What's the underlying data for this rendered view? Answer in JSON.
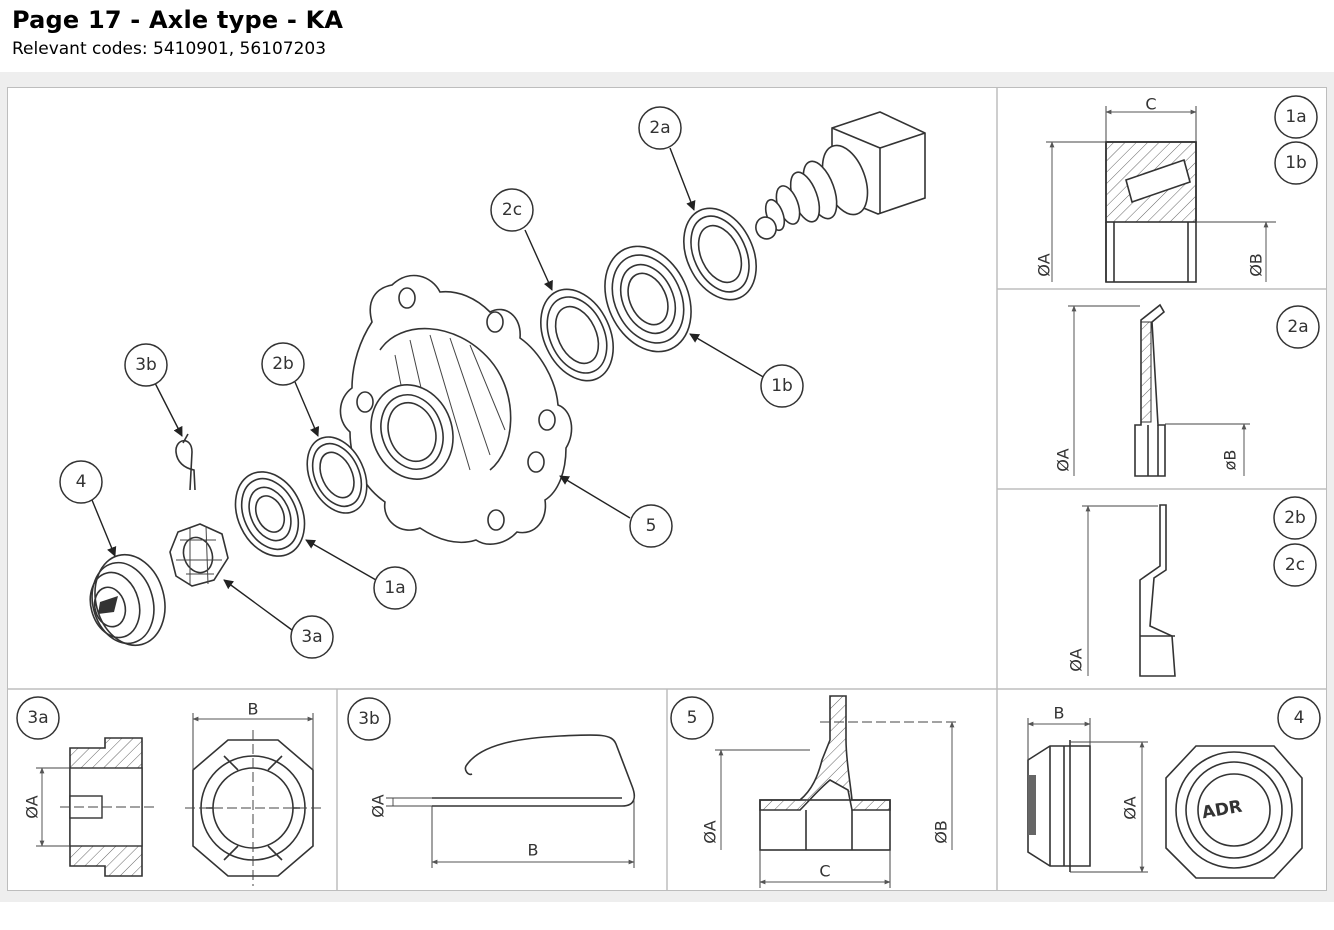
{
  "header": {
    "title": "Page 17 - Axle type - KA",
    "codes": "Relevant codes: 5410901, 56107203"
  },
  "callouts": {
    "c1a": "1a",
    "c1b": "1b",
    "c2a": "2a",
    "c2b": "2b",
    "c2c": "2c",
    "c3a": "3a",
    "c3b": "3b",
    "c4": "4",
    "c5": "5"
  },
  "dims": {
    "dA": "ØA",
    "dB": "ØB",
    "dB2": "øB",
    "B": "B",
    "C": "C"
  },
  "cap_logo": "ADR",
  "colors": {
    "line": "#333333",
    "border": "#bdbdbd",
    "band": "#eeeeee"
  }
}
